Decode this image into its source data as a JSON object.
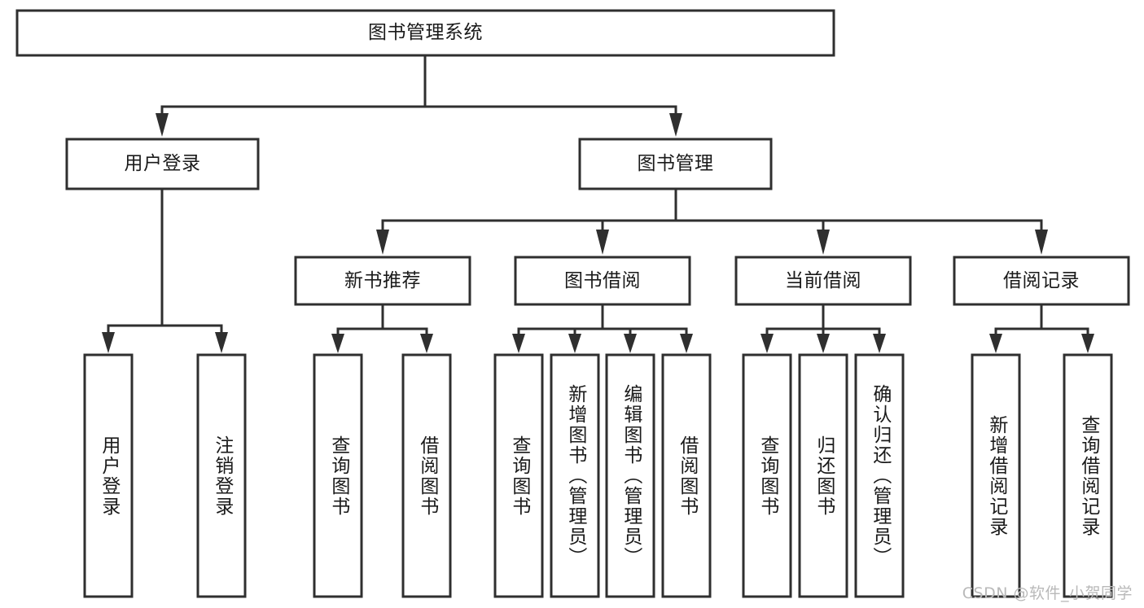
{
  "diagram": {
    "title": "图书管理系统",
    "watermark": "CSDN @软件_小贺同学",
    "colors": {
      "stroke": "#2f2f2f",
      "fill": "#ffffff",
      "text": "#1a1a1a",
      "watermark": "#b9b9b9",
      "background": "#ffffff"
    },
    "levels": {
      "root": {
        "label": "图书管理系统"
      },
      "level2": [
        {
          "label": "用户登录"
        },
        {
          "label": "图书管理"
        }
      ],
      "level3": [
        {
          "label": "新书推荐"
        },
        {
          "label": "图书借阅"
        },
        {
          "label": "当前借阅"
        },
        {
          "label": "借阅记录"
        }
      ],
      "leaves": {
        "user_login": [
          {
            "label": "用户登录"
          },
          {
            "label": "注销登录"
          }
        ],
        "new_book_recommend": [
          {
            "label": "查询图书"
          },
          {
            "label": "借阅图书"
          }
        ],
        "book_borrow": [
          {
            "label": "查询图书"
          },
          {
            "label": "新增图书（管理员）"
          },
          {
            "label": "编辑图书（管理员）"
          },
          {
            "label": "借阅图书"
          }
        ],
        "current_borrow": [
          {
            "label": "查询图书"
          },
          {
            "label": "归还图书"
          },
          {
            "label": "确认归还（管理员）"
          }
        ],
        "borrow_record": [
          {
            "label": "新增借阅记录"
          },
          {
            "label": "查询借阅记录"
          }
        ]
      }
    }
  }
}
